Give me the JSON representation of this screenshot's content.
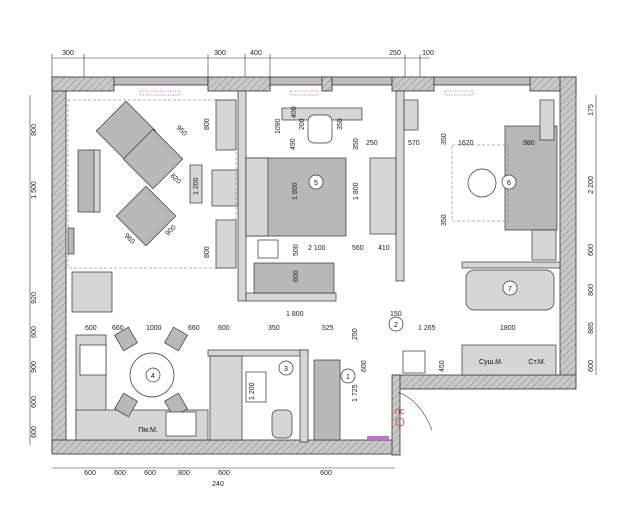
{
  "top_dimensions": [
    "300",
    "300",
    "400",
    "250",
    "100"
  ],
  "bottom_dimensions": [
    "600",
    "600",
    "600",
    "800",
    "600",
    "600",
    "240"
  ],
  "left_dimensions": [
    "800",
    "1 500",
    "920",
    "600",
    "900",
    "600",
    "600"
  ],
  "right_dimensions": [
    "175",
    "2 200",
    "600",
    "800",
    "885",
    "600"
  ],
  "inner_dimensions": {
    "d_950": "950",
    "d_820": "820",
    "d_1200": "1 200",
    "d_960": "960",
    "d_900": "900",
    "d_800a": "800",
    "d_800b": "800",
    "d_1090": "1090",
    "d_490": "490",
    "d_200": "200",
    "d_400": "400",
    "d_350a": "350",
    "d_350b": "350",
    "d_250": "250",
    "d_570": "570",
    "d_350c": "350",
    "d_1620": "1620",
    "d_980": "980",
    "d_1800a": "1 800",
    "d_1800b": "1 800",
    "d_2100": "2 100",
    "d_560": "560",
    "d_410": "410",
    "d_500": "500",
    "d_600": "600",
    "d_350d": "350",
    "d_1800c": "1 800",
    "d_150": "150",
    "d_1265": "1 265",
    "d_1800d": "1800",
    "d_600a": "600",
    "d_660a": "660",
    "d_1000": "1000",
    "d_660b": "660",
    "d_600b": "600",
    "d_350e": "350",
    "d_525": "525",
    "d_250b": "250",
    "d_1200b": "1 200",
    "d_600c": "600",
    "d_1725": "1 725",
    "d_450": "450"
  },
  "rooms": [
    {
      "number": "1"
    },
    {
      "number": "2"
    },
    {
      "number": "3"
    },
    {
      "number": "4"
    },
    {
      "number": "5"
    },
    {
      "number": "6"
    },
    {
      "number": "7"
    }
  ],
  "appliance_labels": {
    "dishwasher": "Пм.М.",
    "dryer": "Суш.М.",
    "washer": "Ст.М.",
    "riser": "ПС"
  },
  "colors": {
    "wall": "#bdbdbd",
    "furniture": "#b8b8b8",
    "accent": "#c56fd0",
    "riser": "#d33333"
  }
}
